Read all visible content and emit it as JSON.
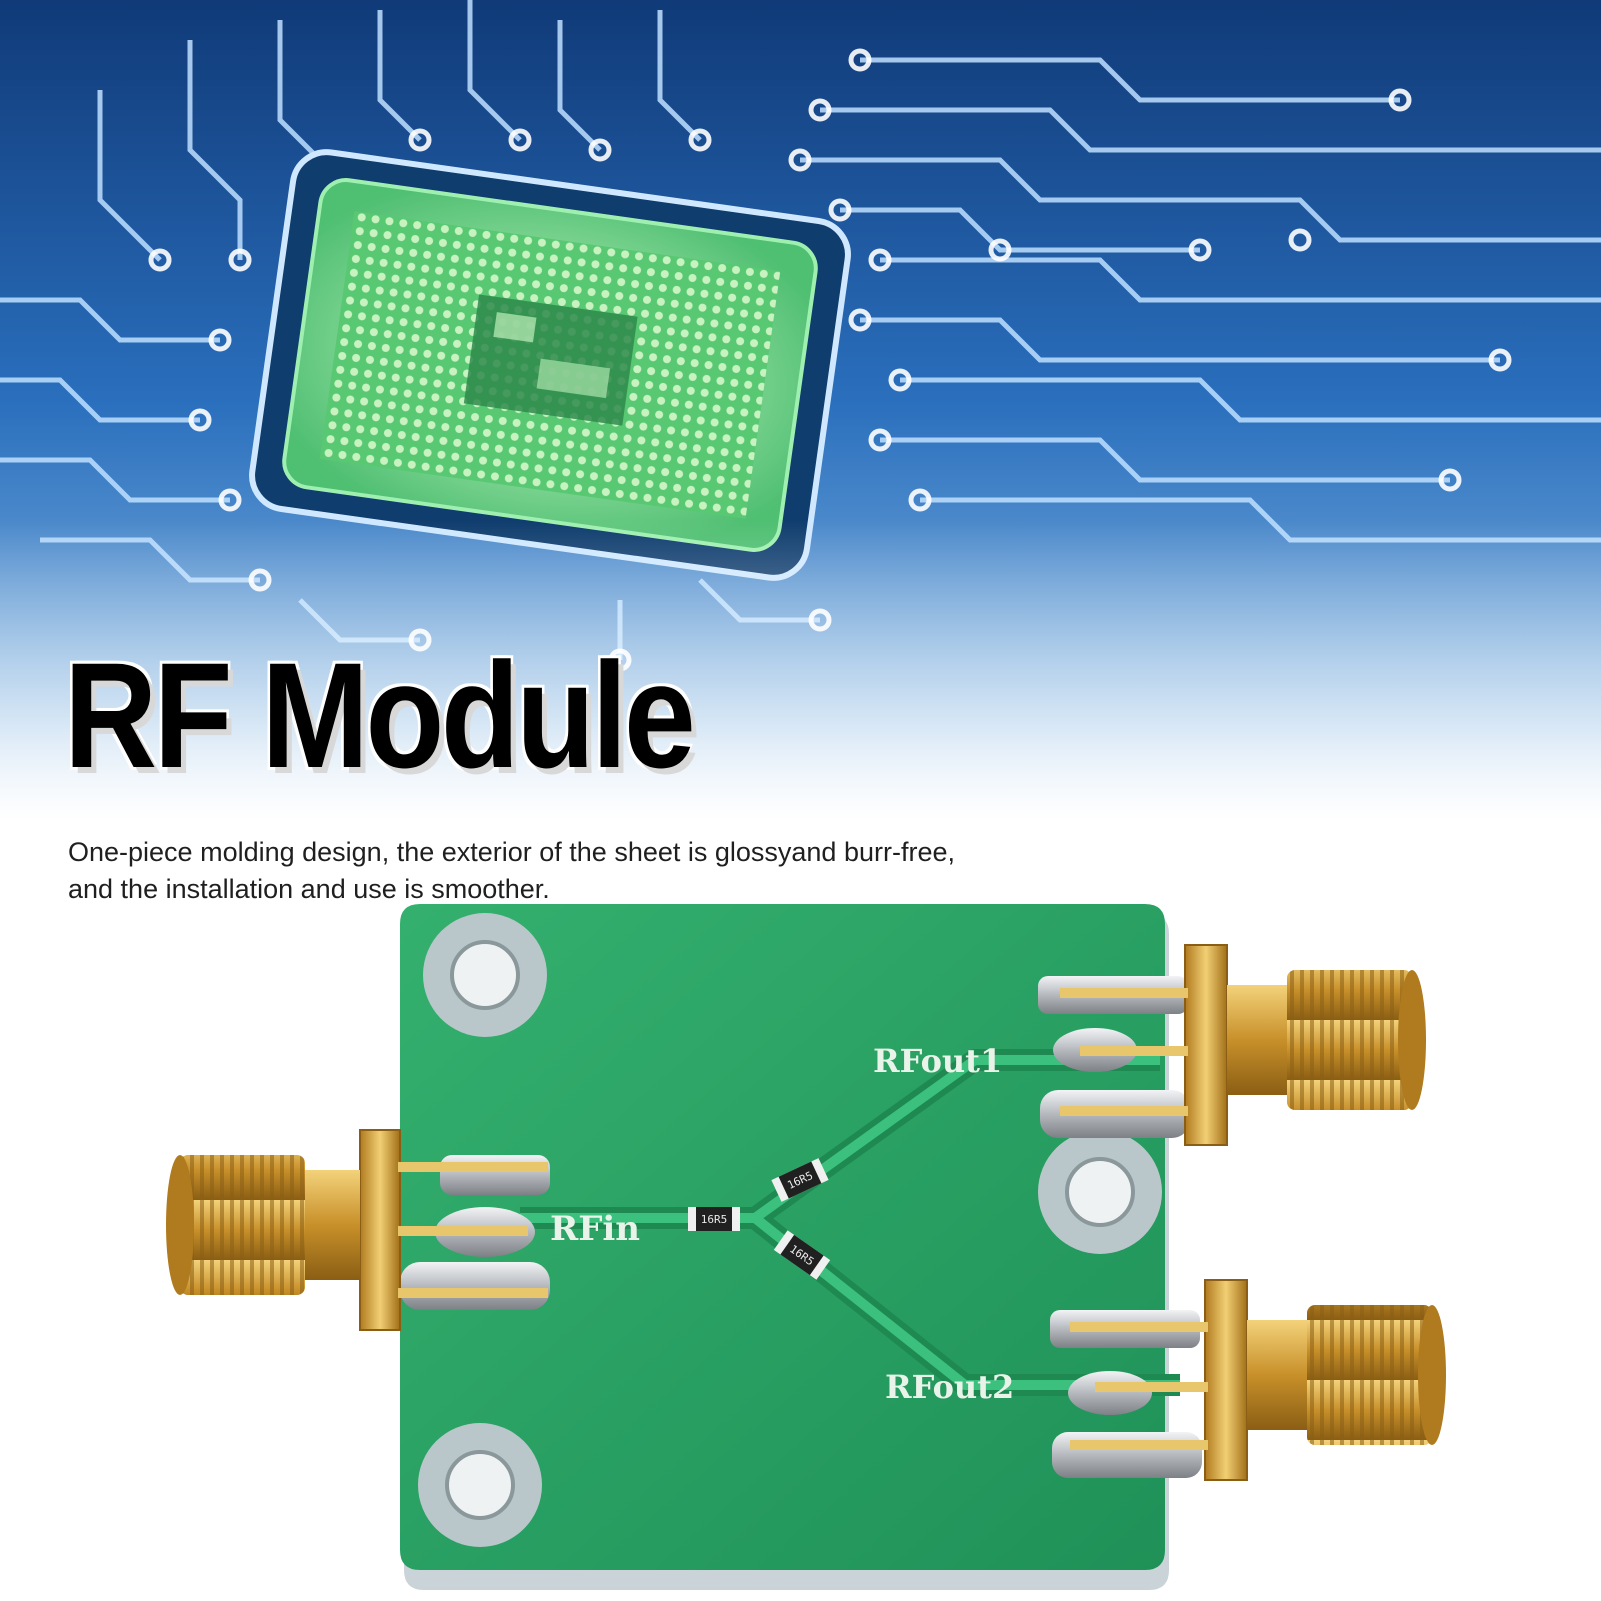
{
  "banner": {
    "title": "RF Module",
    "description_lines": [
      "One-piece molding design, the exterior of the sheet is glossyand burr-free,",
      "and the installation and use is smoother."
    ]
  },
  "board": {
    "silkscreen": {
      "input": "RFin",
      "output_1": "RFout1",
      "output_2": "RFout2"
    },
    "resistors": [
      "16R5",
      "16R5",
      "16R5"
    ]
  },
  "colors": {
    "background_blue": "#1f5fa8",
    "chip_green": "#7ee08a",
    "pcb_green": "#2fa86a",
    "connector_gold": "#d9a637",
    "solder_silver": "#c9ccd0",
    "title_text": "#000000"
  }
}
